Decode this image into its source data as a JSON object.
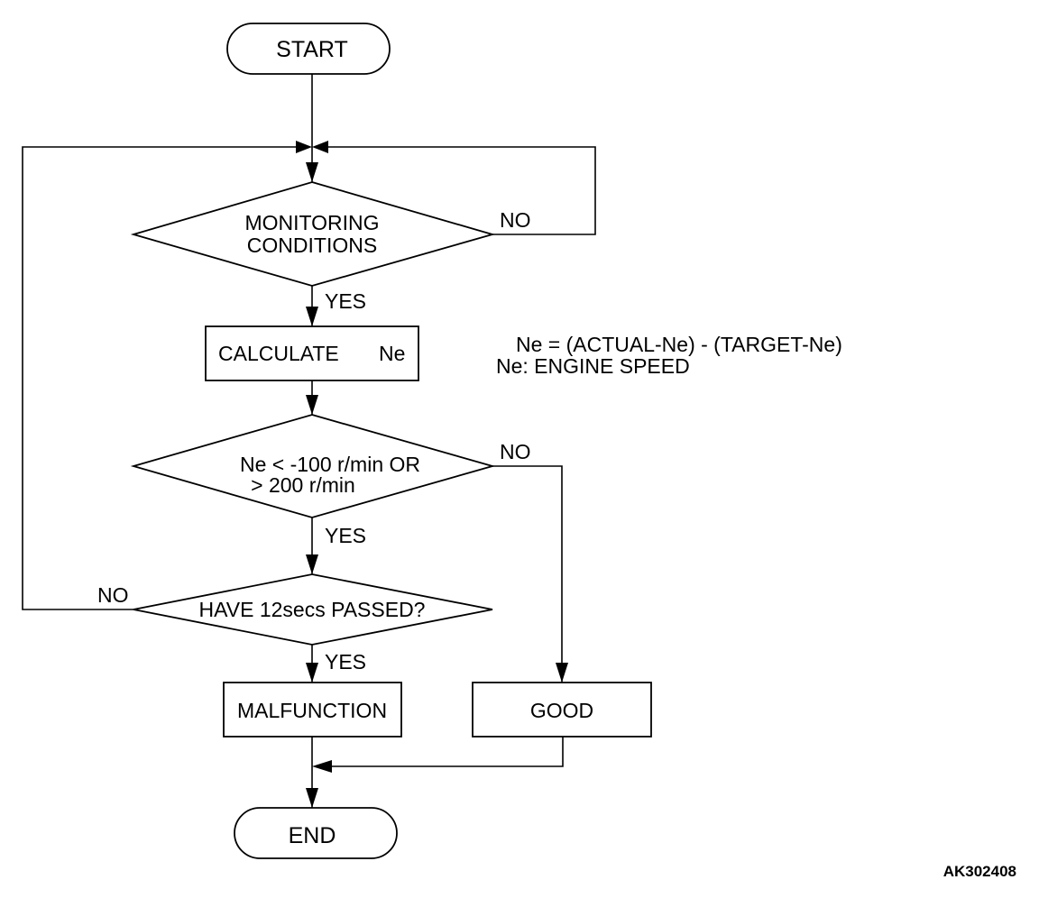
{
  "flowchart": {
    "start": "START",
    "end": "END",
    "decision_monitoring": {
      "line1": "MONITORING",
      "line2": "CONDITIONS",
      "no": "NO",
      "yes": "YES"
    },
    "process_calculate": {
      "label": "CALCULATE",
      "symbol": "Ne"
    },
    "decision_threshold": {
      "line1": "Ne < -100 r/min OR",
      "line2": "> 200 r/min",
      "no": "NO",
      "yes": "YES"
    },
    "decision_time": {
      "label": "HAVE 12secs PASSED?",
      "no": "NO",
      "yes": "YES"
    },
    "result_malfunction": "MALFUNCTION",
    "result_good": "GOOD"
  },
  "notes": {
    "formula": "Ne = (ACTUAL-Ne) - (TARGET-Ne)",
    "definition": "Ne: ENGINE SPEED"
  },
  "figure_code": "AK302408"
}
